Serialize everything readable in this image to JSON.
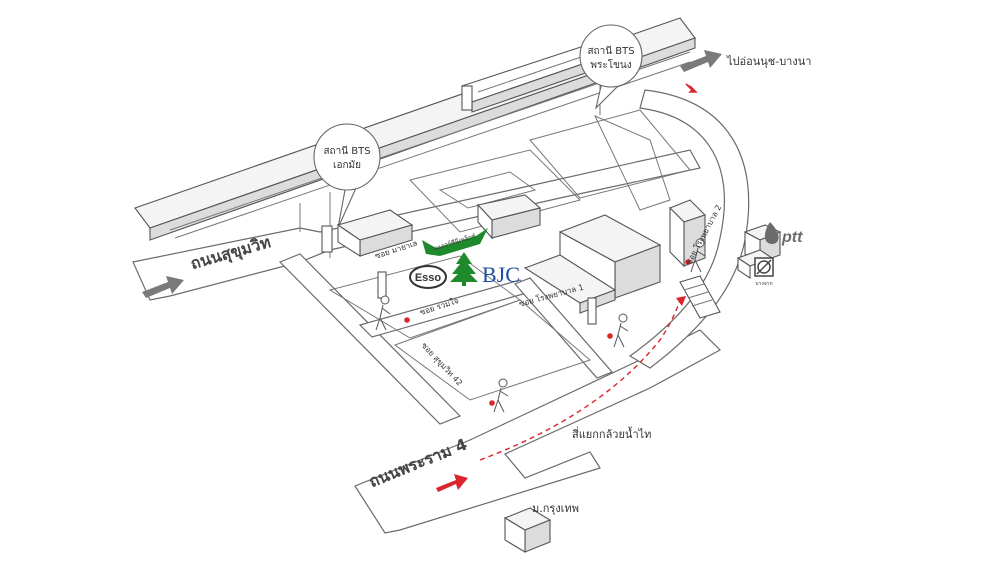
{
  "labels": {
    "sukhumvit_road": "ถนนสุขุมวิท",
    "rama4_road": "ถนนพระราม 4",
    "soi_sukhumvit42": "ซอย สุขุมวิท 42",
    "soi_ruam_chai": "ซอย รวมใจ",
    "soi_mayalee": "ซอย มายาเล",
    "soi_rongphayaban1": "ซอย โรงพยาบาล 1",
    "soi_rongphayaban2": "ซอย โรงพยาบาล 2",
    "to_onnut_bangna": "ไปอ่อนนุช-บางนา",
    "kluaynamthai_intersection": "สี่แยกกล้วยน้ำไท",
    "bangkok_university": "ม.กรุงเทพ",
    "major_cineplex": "เมเจอร์ซีนีเพล็กซ์",
    "bangchak": "บางจาก"
  },
  "stations": {
    "ekkamai": {
      "line1": "สถานี BTS",
      "line2": "เอกมัย"
    },
    "phra_khanong": {
      "line1": "สถานี BTS",
      "line2": "พระโขนง"
    }
  },
  "logos": {
    "esso": "Esso",
    "bjc": "BJC",
    "ptt": "ptt"
  },
  "colors": {
    "arrow_gray": "#7a7a7a",
    "arrow_red": "#d9252b",
    "route_red": "#d9252b",
    "bjc_green": "#1e8a2c",
    "bjc_blue": "#1f4ea1",
    "ptt_gray": "#6b6b6b",
    "marker_red": "#d9252b"
  },
  "icons": [
    "walking-person-icon",
    "location-marker-icon",
    "direction-arrow-icon",
    "bts-train-icon",
    "esso-logo",
    "bjc-logo",
    "ptt-logo",
    "bangchak-logo"
  ]
}
